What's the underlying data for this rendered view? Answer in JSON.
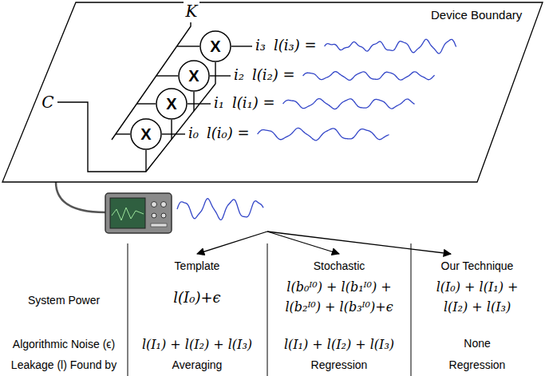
{
  "diagram": {
    "nodes": [
      {
        "text": [
          "Device Boundary"
        ]
      },
      {
        "text": [
          "X"
        ],
        "in": 0
      },
      {
        "text": [
          "X"
        ],
        "in": 0
      },
      {
        "text": [
          "X"
        ],
        "in": 0
      },
      {
        "text": [
          "X"
        ],
        "in": 0
      }
    ],
    "labels": [
      "K",
      "C",
      "i₃",
      "l(i₃) =",
      "i₂",
      "l(i₂) =",
      "i₁",
      "l(i₁) =",
      "i₀",
      "l(i₀) =",
      "Template",
      "Stochastic",
      "Our Technique",
      "System Power",
      "l(I₀)+ϵ",
      "l(b₀ᴵ⁰) + l(b₁ᴵ⁰) + l(b₂ᴵ⁰) + l(b₃ᴵ⁰)+ϵ",
      "l(I₀) + l(I₁) + l(I₂) + l(I₃)",
      "Algorithmic Noise (ϵ)",
      "l(I₁) + l(I₂) + l(I₃)",
      "l(I₁) + l(I₂) + l(I₃)",
      "None",
      "Leakage (l) Found by",
      "Averaging",
      "Regression",
      "Regression"
    ]
  }
}
